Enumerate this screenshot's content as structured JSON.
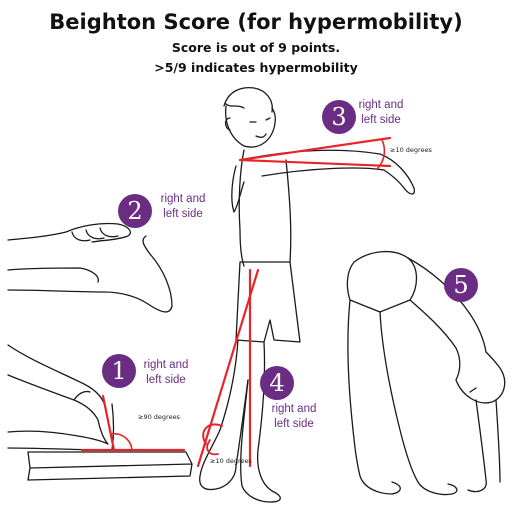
{
  "title": "Beighton Score (for hypermobility)",
  "subtitle_line1": "Score is out of 9 points.",
  "subtitle_line2": ">5/9 indicates hypermobility",
  "colors": {
    "accent_red": "#e8242b",
    "badge_purple": "#6b2d83",
    "label_purple": "#6b2d83",
    "line": "#1a1a1a"
  },
  "tests": [
    {
      "number": "1",
      "label_line1": "right and",
      "label_line2": "left side",
      "angle": "≥90 degrees"
    },
    {
      "number": "2",
      "label_line1": "right and",
      "label_line2": "left side"
    },
    {
      "number": "3",
      "label_line1": "right and",
      "label_line2": "left side",
      "angle": "≥10 degrees"
    },
    {
      "number": "4",
      "label_line1": "right and",
      "label_line2": "left side",
      "angle": "≥10 degrees"
    },
    {
      "number": "5"
    }
  ]
}
